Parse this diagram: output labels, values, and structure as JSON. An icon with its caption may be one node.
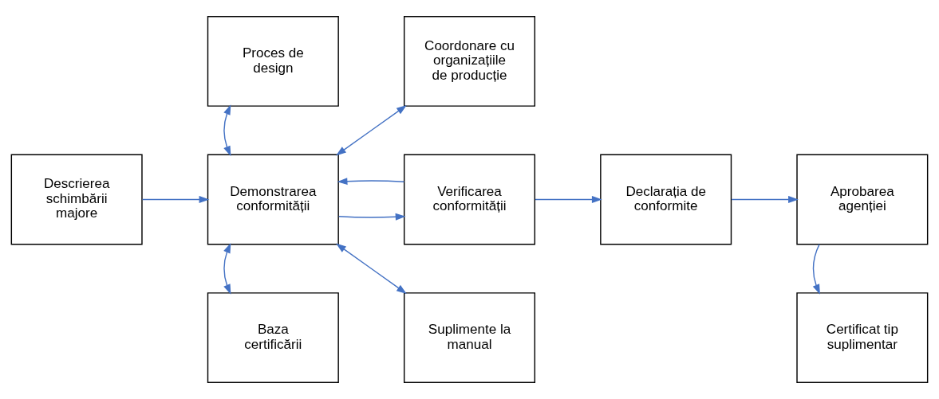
{
  "diagram": {
    "nodes": [
      {
        "text": [
          "Proces de design"
        ]
      },
      {
        "text": [
          "Coordonare cu organizațiile de producție"
        ]
      },
      {
        "text": [
          "Descrierea schimbării majore"
        ]
      },
      {
        "text": [
          "Demonstrarea conformității"
        ]
      },
      {
        "text": [
          "Verificarea conformității"
        ]
      },
      {
        "text": [
          "Declarația de conformite"
        ]
      },
      {
        "text": [
          "Aprobarea agenției"
        ]
      },
      {
        "text": [
          "Baza certificării"
        ]
      },
      {
        "text": [
          "Suplimente la manual"
        ]
      },
      {
        "text": [
          "Certificat tip suplimentar"
        ]
      }
    ],
    "edges": [
      {
        "from": 2,
        "to": 3,
        "arrow": "to"
      },
      {
        "from": 0,
        "to": 3,
        "arrow": "both"
      },
      {
        "from": 3,
        "to": 1,
        "arrow": "both"
      },
      {
        "from": 3,
        "to": 4,
        "arrow": "to"
      },
      {
        "from": 4,
        "to": 3,
        "arrow": "to"
      },
      {
        "from": 3,
        "to": 7,
        "arrow": "both"
      },
      {
        "from": 3,
        "to": 8,
        "arrow": "both"
      },
      {
        "from": 4,
        "to": 5,
        "arrow": "to"
      },
      {
        "from": 5,
        "to": 6,
        "arrow": "to"
      },
      {
        "from": 6,
        "to": 9,
        "arrow": "to"
      }
    ]
  }
}
